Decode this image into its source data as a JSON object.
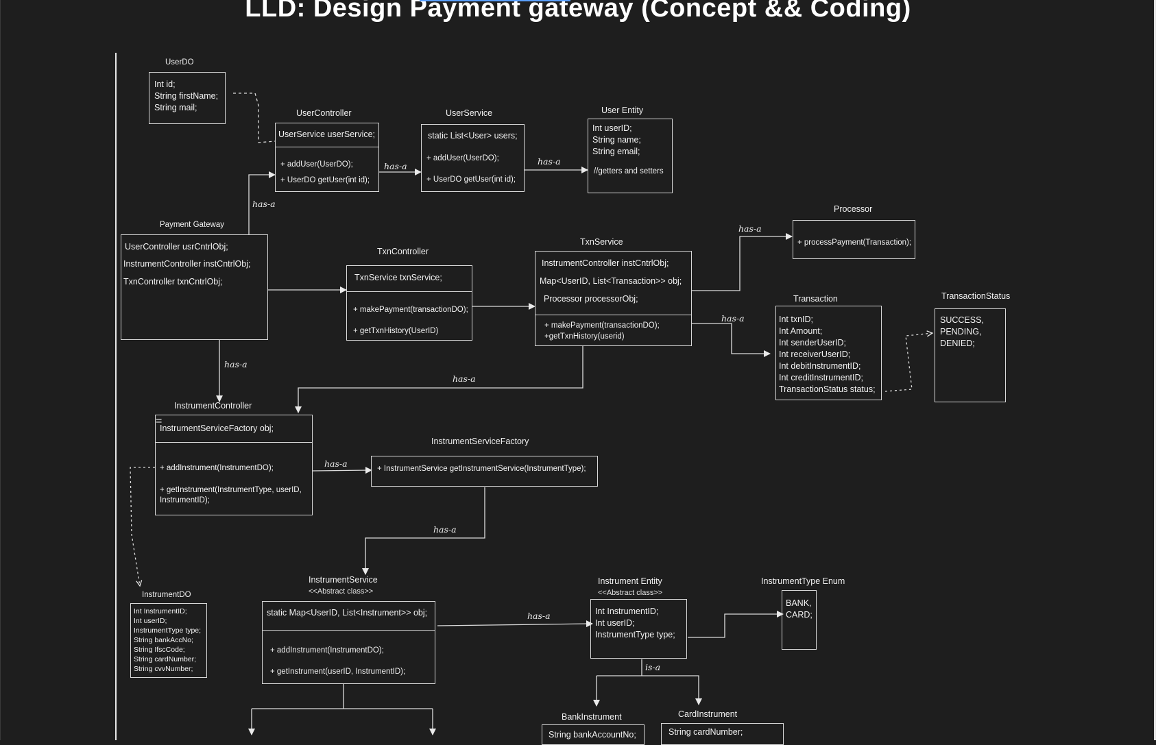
{
  "title": "LLD: Design Payment gateway (Concept && Coding)",
  "colors": {
    "background": "#1e1e1e",
    "stroke": "#d8d8d8",
    "text": "#f2f2f2"
  },
  "classes": {
    "userdo": {
      "name": "UserDO",
      "fields": [
        "Int id;",
        "String firstName;",
        "String mail;"
      ]
    },
    "usercontroller": {
      "name": "UserController",
      "fields": [
        "UserService userService;"
      ],
      "methods": [
        "+ addUser(UserDO);",
        "+ UserDO getUser(int id);"
      ]
    },
    "userservice": {
      "name": "UserService",
      "fields": [
        "static List<User> users;"
      ],
      "methods": [
        "+ addUser(UserDO);",
        "+ UserDO getUser(int id);"
      ]
    },
    "userentity": {
      "name": "User Entity",
      "fields": [
        "Int userID;",
        "String name;",
        "String email;",
        "//getters and setters"
      ]
    },
    "paymentgateway": {
      "name": "Payment Gateway",
      "fields": [
        "UserController usrCntrlObj;",
        "InstrumentController instCntrlObj;",
        "TxnController txnCntrlObj;"
      ]
    },
    "txncontroller": {
      "name": "TxnController",
      "fields": [
        "TxnService txnService;"
      ],
      "methods": [
        "+ makePayment(transactionDO);",
        "+ getTxnHistory(UserID)"
      ]
    },
    "txnservice": {
      "name": "TxnService",
      "fields": [
        "InstrumentController instCntrlObj;",
        "Map<UserID, List<Transaction>> obj;",
        "Processor processorObj;"
      ],
      "methods": [
        "+ makePayment(transactionDO);",
        "+getTxnHistory(userid)"
      ]
    },
    "processor": {
      "name": "Processor",
      "methods": [
        "+ processPayment(Transaction);"
      ]
    },
    "transaction": {
      "name": "Transaction",
      "fields": [
        "Int txnID;",
        "Int Amount;",
        "Int senderUserID;",
        "Int receiverUserID;",
        "Int debitInstrumentID;",
        "Int creditInstrumentID;",
        "TransactionStatus status;"
      ]
    },
    "transactionstatus": {
      "name": "TransactionStatus",
      "fields": [
        "SUCCESS,",
        "PENDING,",
        "DENIED;"
      ]
    },
    "instrumentcontroller": {
      "name": "InstrumentController",
      "fields": [
        "InstrumentServiceFactory obj;"
      ],
      "methods": [
        "+ addInstrument(InstrumentDO);",
        "+ getInstrument(InstrumentType, userID,",
        "InstrumentID);"
      ]
    },
    "instrumentservicefactory": {
      "name": "InstrumentServiceFactory",
      "methods": [
        "+ InstrumentService getInstrumentService(InstrumentType);"
      ]
    },
    "instrumentservice": {
      "name": "InstrumentService",
      "stereotype": "<<Abstract class>>",
      "fields": [
        "static Map<UserID, List<Instrument>> obj;"
      ],
      "methods": [
        "+ addInstrument(InstrumentDO);",
        "+ getInstrument(userID, InstrumentID);"
      ]
    },
    "instrumentdo": {
      "name": "InstrumentDO",
      "fields": [
        "Int InstrumentID;",
        "Int userID;",
        "InstrumentType type;",
        "String bankAccNo;",
        "String IfscCode;",
        "String cardNumber;",
        "String cvvNumber;"
      ]
    },
    "instrumententity": {
      "name": "Instrument Entity",
      "stereotype": "<<Abstract class>>",
      "fields": [
        "Int InstrumentID;",
        "Int userID;",
        "InstrumentType type;"
      ]
    },
    "instrumenttype": {
      "name": "InstrumentType  Enum",
      "fields": [
        "BANK,",
        "CARD;"
      ]
    },
    "bankinstrument": {
      "name": "BankInstrument",
      "fields": [
        "String bankAccountNo;"
      ]
    },
    "cardinstrument": {
      "name": "CardInstrument",
      "fields": [
        "String cardNumber;"
      ]
    }
  },
  "relations": {
    "has_a": "has-a",
    "is_a": "is-a"
  }
}
